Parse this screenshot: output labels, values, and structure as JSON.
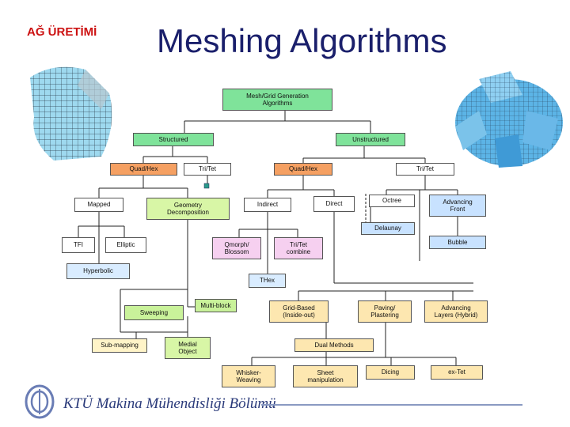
{
  "header": {
    "corner_title": "AĞ ÜRETİMİ",
    "title": "Meshing Algorithms"
  },
  "nodes": {
    "root": "Mesh/Grid Generation\nAlgorithms",
    "structured": "Structured",
    "unstructured": "Unstructured",
    "quad_hex_left": "Quad/Hex",
    "tri_tet_left": "Tri/Tet",
    "quad_hex_mid": "Quad/Hex",
    "tri_tet_right": "Tri/Tet",
    "mapped": "Mapped",
    "geometry_decomposition": "Geometry\nDecomposition",
    "indirect": "Indirect",
    "direct": "Direct",
    "octree": "Octree",
    "advancing_front": "Advancing\nFront",
    "delaunay": "Delaunay",
    "bubble": "Bubble",
    "tfi": "TFI",
    "elliptic": "Elliptic",
    "hyperbolic": "Hyperbolic",
    "q_morph": "Qmorph/\nBlossom",
    "tri_tet_combine": "Tri/Tet\ncombine",
    "thex": "THex",
    "multi_block": "Multi-block",
    "sweeping": "Sweeping",
    "grid_based": "Grid-Based\n(Inside-out)",
    "paving": "Paving/\nPlastering",
    "advancing_layers": "Advancing\nLayers (Hybrid)",
    "sub_mapping": "Sub-mapping",
    "medial_object": "Medial\nObject",
    "dual_methods": "Dual Methods",
    "whisker_weaving": "Whisker-\nWeaving",
    "sheet_manipulation": "Sheet\nmanipulation",
    "dicing": "Dicing",
    "ex_tet": "ex-Tet"
  },
  "footer": {
    "text": "KTÜ Makina Mühendisliği Bölümü"
  },
  "colors": {
    "title": "#1a1f6b",
    "corner_title": "#cc1111",
    "green": "#7fe39a",
    "orange": "#f5a062"
  }
}
